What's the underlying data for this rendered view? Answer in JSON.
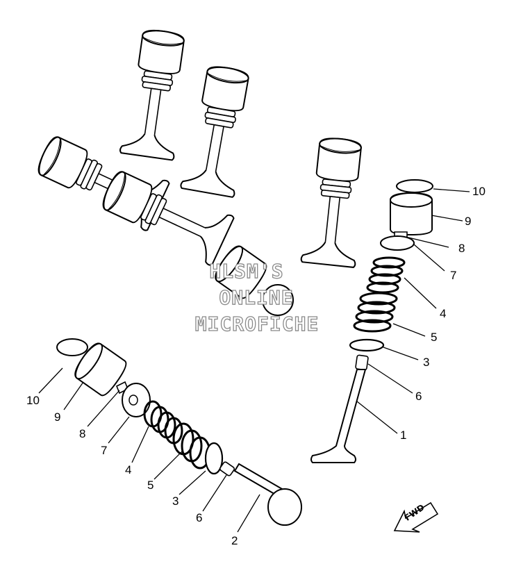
{
  "watermark": {
    "line1": "HLSM'S",
    "line2": "ONLINE",
    "line3": "MICROFICHE"
  },
  "fwd_label": "FWD",
  "callouts": {
    "right": [
      "10",
      "9",
      "8",
      "7",
      "4",
      "5",
      "3",
      "6",
      "1"
    ],
    "left": [
      "10",
      "9",
      "8",
      "7",
      "4",
      "5",
      "3",
      "6",
      "2"
    ]
  },
  "icons": [
    "valve-icon",
    "valve-lifter-icon",
    "valve-spring-icon",
    "forward-arrow-icon"
  ]
}
